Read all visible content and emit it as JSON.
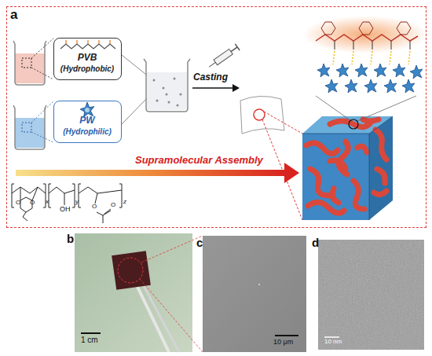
{
  "diagram": {
    "nodes": [
      {
        "text": [
          "a"
        ]
      },
      {
        "text": [
          "PVB",
          "(Hydrophobic)"
        ],
        "in": 0
      },
      {
        "text": [
          "PW",
          "(Hydrophilic)"
        ],
        "in": 0
      },
      {
        "text": [
          "b",
          "1 cm"
        ]
      },
      {
        "text": [
          "c",
          "10 μm"
        ]
      },
      {
        "text": [
          "d",
          "10 nm"
        ]
      }
    ],
    "labels": [
      "Casting",
      "Supramolecular Assembly",
      "O",
      "O",
      "x",
      "OH",
      "y",
      "O",
      "O",
      "z"
    ]
  }
}
